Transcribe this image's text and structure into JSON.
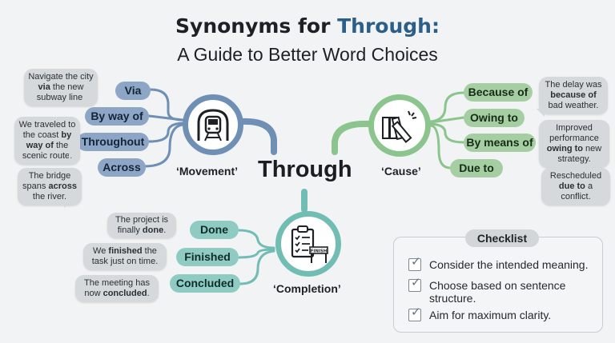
{
  "title": {
    "part1": "Synonyms for ",
    "highlight": "Through:",
    "subtitle": "A Guide to Better Word Choices"
  },
  "center": "Through",
  "movement": {
    "label": "‘Movement’",
    "items": [
      "Via",
      "By way of",
      "Throughout",
      "Across"
    ],
    "examples": [
      {
        "pre": "Navigate the city ",
        "bold": "via",
        "post": " the new subway line."
      },
      {
        "pre": "We traveled to the coast ",
        "bold": "by way of",
        "post": " the scenic route."
      },
      {
        "pre": "The bridge spans ",
        "bold": "across",
        "post": " the river."
      }
    ]
  },
  "cause": {
    "label": "‘Cause’",
    "items": [
      "Because of",
      "Owing to",
      "By means of",
      "Due to"
    ],
    "examples": [
      {
        "pre": "The delay was ",
        "bold": "because of",
        "post": " bad weather."
      },
      {
        "pre": "Improved performance ",
        "bold": "owing to",
        "post": " new strategy."
      },
      {
        "pre": "Rescheduled ",
        "bold": "due to",
        "post": " a conflict."
      }
    ]
  },
  "completion": {
    "label": "‘Completion’",
    "items": [
      "Done",
      "Finished",
      "Concluded"
    ],
    "examples": [
      {
        "pre": "The project is finally ",
        "bold": "done",
        "post": "."
      },
      {
        "pre": "We ",
        "bold": "finished",
        "post": " the task just on time."
      },
      {
        "pre": "The meeting has now ",
        "bold": "concluded",
        "post": "."
      }
    ],
    "sign": "FINISH"
  },
  "checklist": {
    "title": "Checklist",
    "items": [
      "Consider the intended meaning.",
      "Choose based on sentence structure.",
      "Aim for maximum clarity."
    ]
  },
  "colors": {
    "movement": "#6f8fb5",
    "cause": "#8cc48d",
    "completion": "#72bdb3",
    "accent": "#2b5f8a"
  }
}
